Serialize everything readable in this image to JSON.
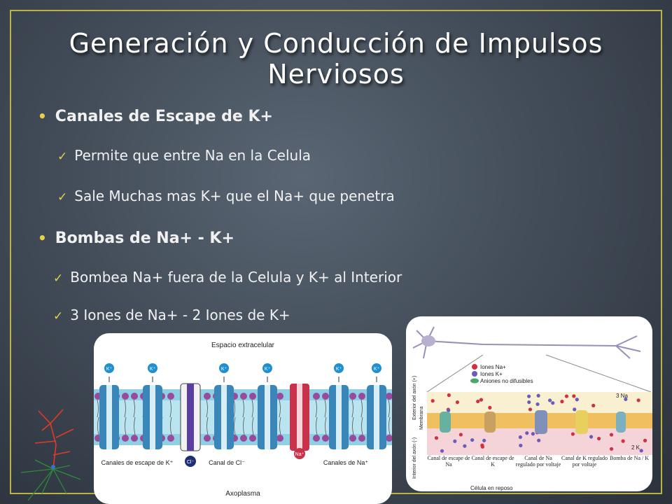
{
  "slide": {
    "title_line1": "Generación y Conducción de Impulsos",
    "title_line2": "Nerviosos"
  },
  "bullets": [
    {
      "label": "Canales de Escape de K+",
      "items": [
        "Permite que entre Na en la Celula",
        "Sale Muchas mas K+ que el Na+ que penetra"
      ]
    },
    {
      "label": "Bombas de Na+ - K+",
      "items": [
        "Bombea Na+ fuera de la Celula y K+ al Interior",
        "3 Iones de Na+ - 2 Iones de K+"
      ]
    }
  ],
  "membrane_figure": {
    "top_label": "Espacio extracelular",
    "bottom_label": "Axoplasma",
    "k_symbol": "K⁺",
    "cl_symbol": "Cl⁻",
    "na_symbol": "Na⁺",
    "label_k_channels": "Canales de escape de K⁺",
    "label_cl_channel": "Canal de Cl⁻",
    "label_na_channels": "Canales de Na⁺"
  },
  "neuron_figure": {
    "legend_na": "Iones Na+",
    "legend_k": "Iones K+",
    "legend_anions": "Aniones no difusibles",
    "side_top": "Exterior del axón (+)",
    "side_mid": "Membrana",
    "side_bottom": "Interior del axón (-)",
    "pump_in": "3 Na",
    "pump_out": "2 K",
    "cap1": "Canal de escape de Na",
    "cap2": "Canal de escape de K",
    "cap3": "Canal de Na regulado por voltaje",
    "cap4": "Canal de K regulado por voltaje",
    "cap5": "Bomba de Na / K",
    "state": "Célula en reposo"
  },
  "colors": {
    "accent": "#e6d04a",
    "frame": "#b9b340",
    "membrane_blue": "#7cc0d8",
    "channel_red": "#c8324a",
    "lipid_head": "#9a4a9c"
  }
}
